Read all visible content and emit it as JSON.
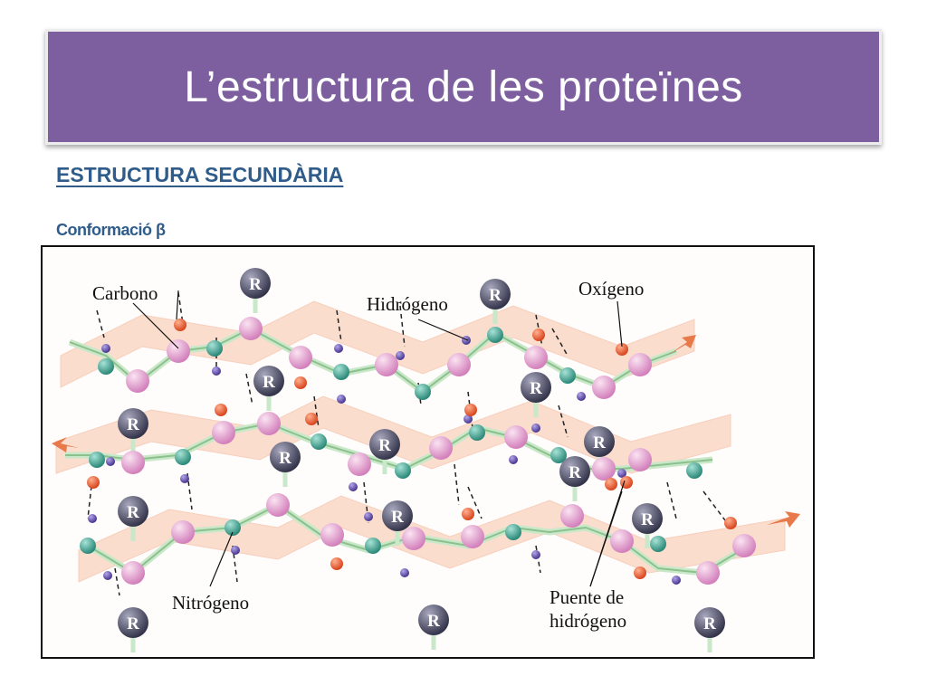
{
  "slide": {
    "title": "L’estructura de les proteïnes",
    "subtitle": "ESTRUCTURA SECUNDÀRIA",
    "section": "Conformació β"
  },
  "diagram": {
    "labels": {
      "carbono": "Carbono",
      "hidrogeno": "Hidrógeno",
      "oxigeno": "Oxígeno",
      "nitrogeno": "Nitrógeno",
      "puente_1": "Puente de",
      "puente_2": "hidrógeno"
    },
    "r_group_text": "R",
    "colors": {
      "title_bg": "#7d5fa0",
      "heading": "#2f5c8a",
      "sheet": "#f7c4a8",
      "carbon": "#e39ccd",
      "nitrogen": "#3fa393",
      "oxygen": "#e8542b",
      "hydrogen": "#5d4aa8",
      "r_group": "#4a4a60",
      "arrow": "#e8794a"
    }
  }
}
